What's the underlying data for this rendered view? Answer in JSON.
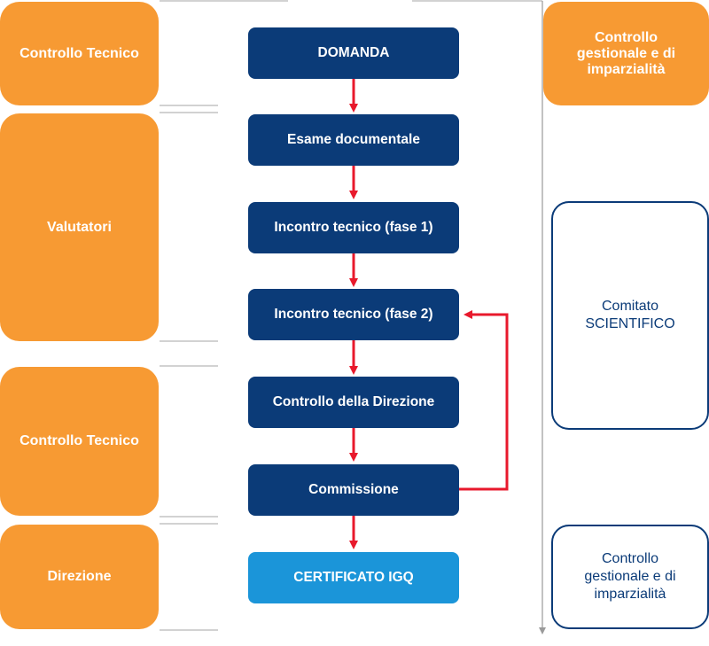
{
  "lanes": {
    "controllo_tecnico_top": "Controllo Tecnico",
    "valutatori": "Valutatori",
    "controllo_tecnico_bottom": "Controllo Tecnico",
    "direzione": "Direzione"
  },
  "steps": {
    "domanda": "DOMANDA",
    "esame": "Esame documentale",
    "incontro1": "Incontro tecnico (fase 1)",
    "incontro2": "Incontro tecnico (fase 2)",
    "controllo_direzione": "Controllo della Direzione",
    "commissione": "Commissione",
    "certificato": "CERTIFICATO IGQ"
  },
  "side": {
    "top_orange": [
      "Controllo",
      "gestionale e di",
      "imparzialità"
    ],
    "comitato": [
      "Comitato",
      "SCIENTIFICO"
    ],
    "bottom_outline": [
      "Controllo",
      "gestionale e di",
      "imparzialità"
    ]
  },
  "colors": {
    "orange": "#f79a33",
    "navy": "#0b3b78",
    "light_blue": "#1b95d9",
    "arrow_red": "#e8192c",
    "line_gray": "#b0b0b0"
  }
}
